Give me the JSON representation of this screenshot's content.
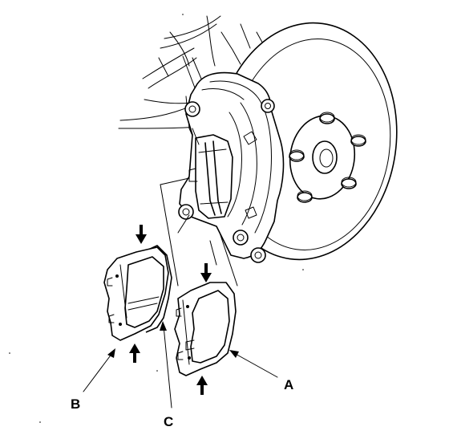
{
  "labels": {
    "a": "A",
    "b": "B",
    "c": "C"
  },
  "parts": [
    "brake-rotor",
    "brake-caliper",
    "outer-brake-pad",
    "inner-brake-pad",
    "pad-shim"
  ],
  "colors": {
    "line": "#000000",
    "background": "#ffffff"
  }
}
